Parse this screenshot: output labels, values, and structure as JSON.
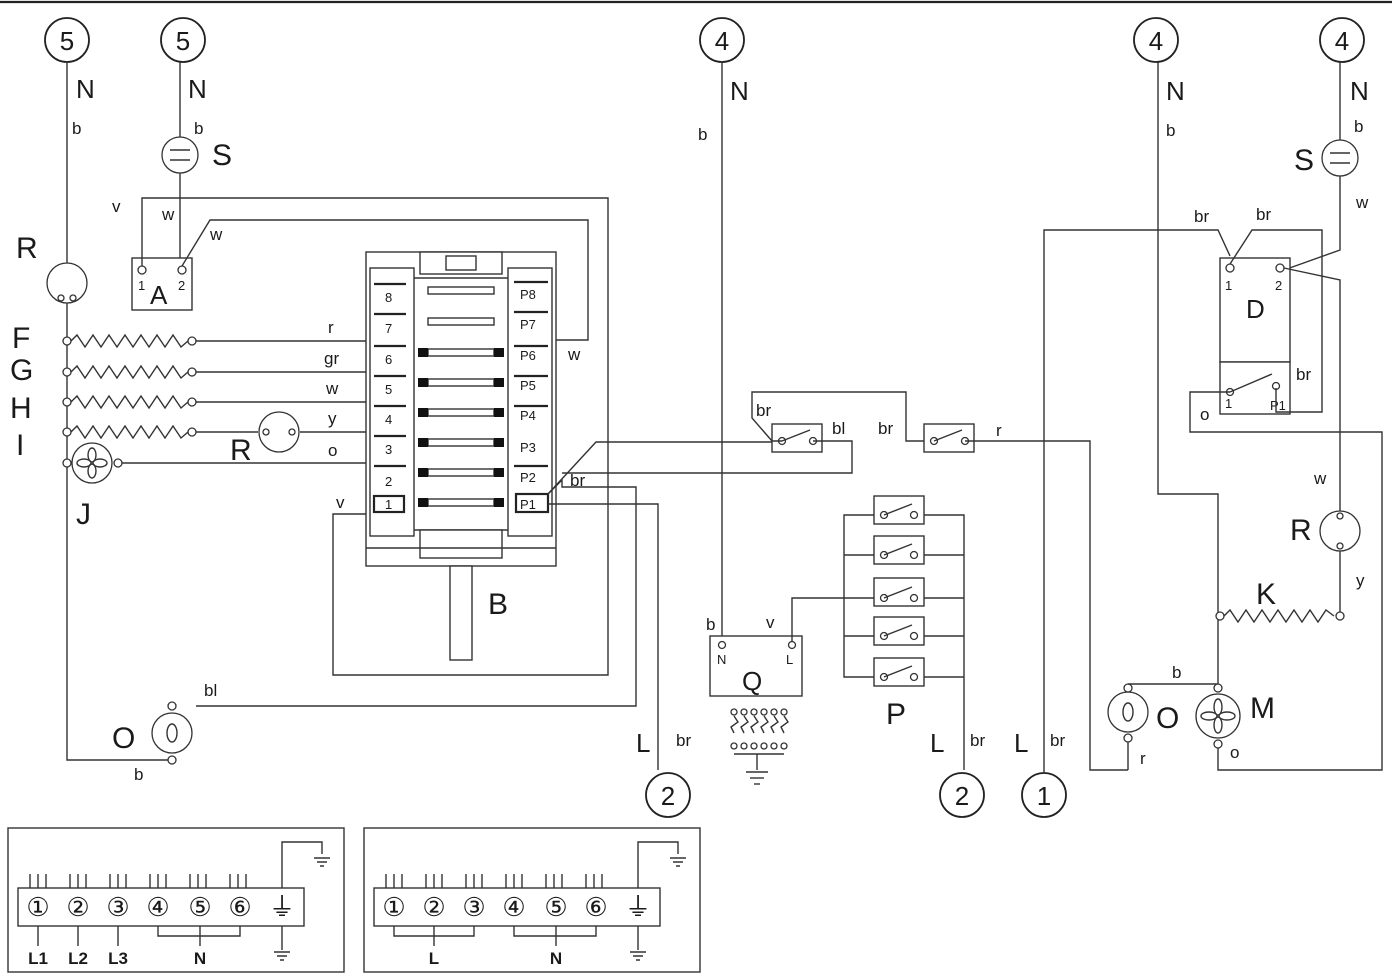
{
  "terminals": {
    "t5a": "5",
    "t5b": "5",
    "t4a": "4",
    "t4b": "4",
    "t4c": "4",
    "t2a": "2",
    "t2b": "2",
    "t1": "1"
  },
  "neutral": "N",
  "live": "L",
  "components": {
    "A": "A",
    "B": "B",
    "D": "D",
    "F": "F",
    "G": "G",
    "H": "H",
    "I": "I",
    "J": "J",
    "K": "K",
    "M": "M",
    "O": "O",
    "P": "P",
    "Q": "Q",
    "R": "R",
    "S": "S"
  },
  "wire_colors": {
    "b": "b",
    "w": "w",
    "v": "v",
    "r": "r",
    "gr": "gr",
    "y": "y",
    "o": "o",
    "br": "br",
    "bl": "bl"
  },
  "switch_positions": [
    "8",
    "7",
    "6",
    "5",
    "4",
    "3",
    "2",
    "1"
  ],
  "program_positions": [
    "P8",
    "P7",
    "P6",
    "P5",
    "P4",
    "P3",
    "P2",
    "P1"
  ],
  "pins": {
    "p1": "1",
    "p2": "2",
    "pN": "N",
    "pL": "L",
    "pP1": "P1"
  },
  "terminal_block_1": {
    "numbers": [
      "①",
      "②",
      "③",
      "④",
      "⑤",
      "⑥"
    ],
    "earth": "⏚",
    "labels": [
      "L1",
      "L2",
      "L3",
      "N"
    ]
  },
  "terminal_block_2": {
    "numbers": [
      "①",
      "②",
      "③",
      "④",
      "⑤",
      "⑥"
    ],
    "earth": "⏚",
    "labels": [
      "L",
      "N"
    ]
  },
  "colors": {
    "line": "#333333",
    "background": "#ffffff"
  }
}
